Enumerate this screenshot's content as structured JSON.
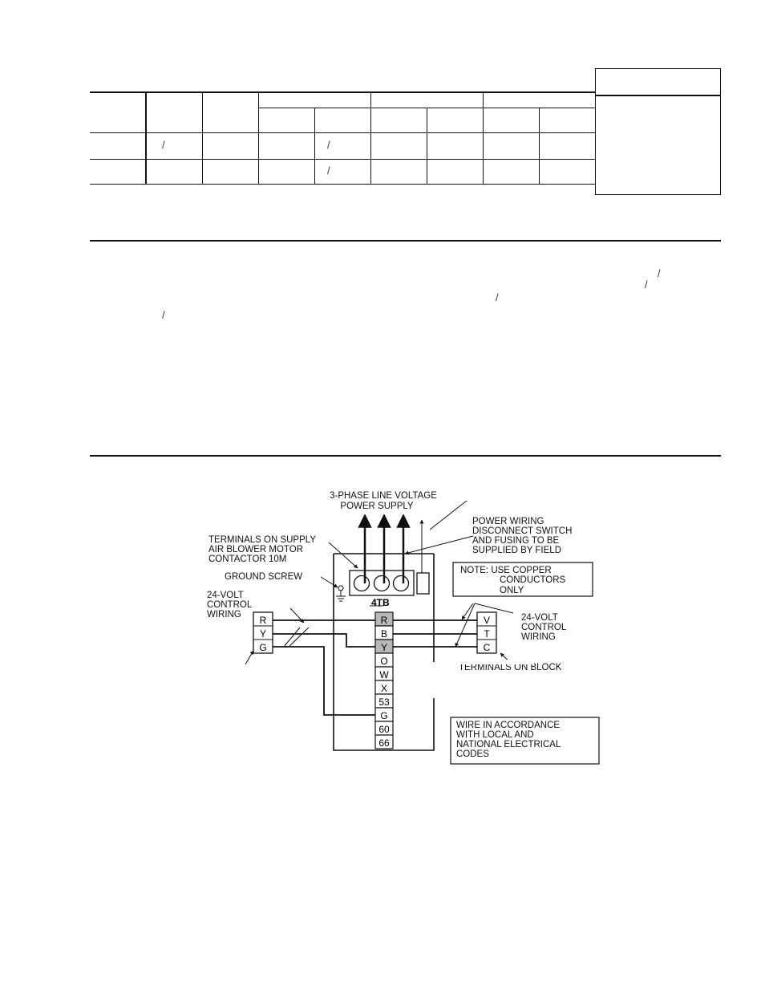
{
  "diagram": {
    "line_voltage_label": [
      "3-PHASE LINE VOLTAGE",
      "POWER SUPPLY"
    ],
    "power_wiring_label": [
      "POWER WIRING",
      "DISCONNECT SWITCH",
      "AND FUSING TO BE",
      "SUPPLIED BY FIELD"
    ],
    "terminals_label": [
      "TERMINALS ON SUPPLY",
      "AIR BLOWER MOTOR",
      "CONTACTOR 10M"
    ],
    "ground_screw_label": "GROUND SCREW",
    "left_control_label": [
      "24-VOLT",
      "CONTROL",
      "WIRING"
    ],
    "right_control_label": [
      "24-VOLT",
      "CONTROL",
      "WIRING"
    ],
    "terminal_block_label": "4TB",
    "note_label": [
      "NOTE: USE COPPER",
      "CONDUCTORS",
      "ONLY"
    ],
    "terminal_on_block_label": "TERMINALS ON BLOCK",
    "wire_note": [
      "WIRE IN ACCORDANCE",
      "WITH LOCAL AND",
      "NATIONAL ELECTRICAL",
      "CODES"
    ],
    "left_terminals": [
      "R",
      "Y",
      "G"
    ],
    "right_terminals": [
      "V",
      "T",
      "C"
    ],
    "block_terminals": [
      "R",
      "B",
      "Y",
      "O",
      "W",
      "X",
      "53",
      "G",
      "60",
      "66"
    ]
  }
}
